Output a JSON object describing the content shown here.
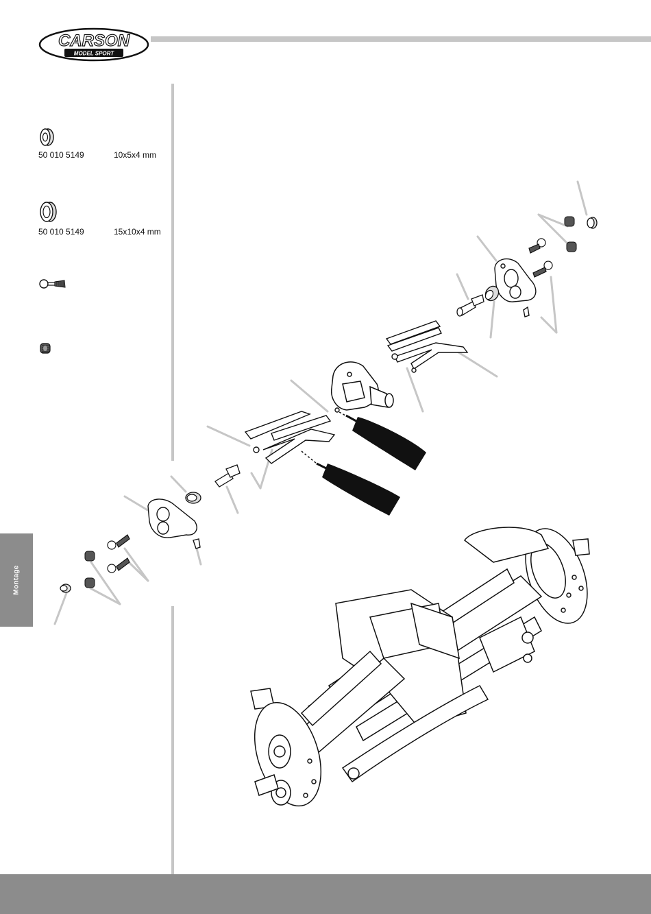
{
  "brand": {
    "name": "CARSON",
    "tagline": "MODEL SPORT"
  },
  "sidebar": {
    "tab_label": "Montage"
  },
  "parts": [
    {
      "icon": "ball-bearing-small-icon",
      "number": "50 010 5149",
      "size": "10x5x4 mm"
    },
    {
      "icon": "ball-bearing-large-icon",
      "number": "50 010 5149",
      "size": "15x10x4 mm"
    },
    {
      "icon": "ball-stud-screw-icon",
      "number": "",
      "size": ""
    },
    {
      "icon": "set-screw-nut-icon",
      "number": "",
      "size": ""
    }
  ],
  "colors": {
    "rule_gray": "#c6c6c6",
    "tab_gray": "#8c8c8c",
    "ink": "#111111"
  }
}
